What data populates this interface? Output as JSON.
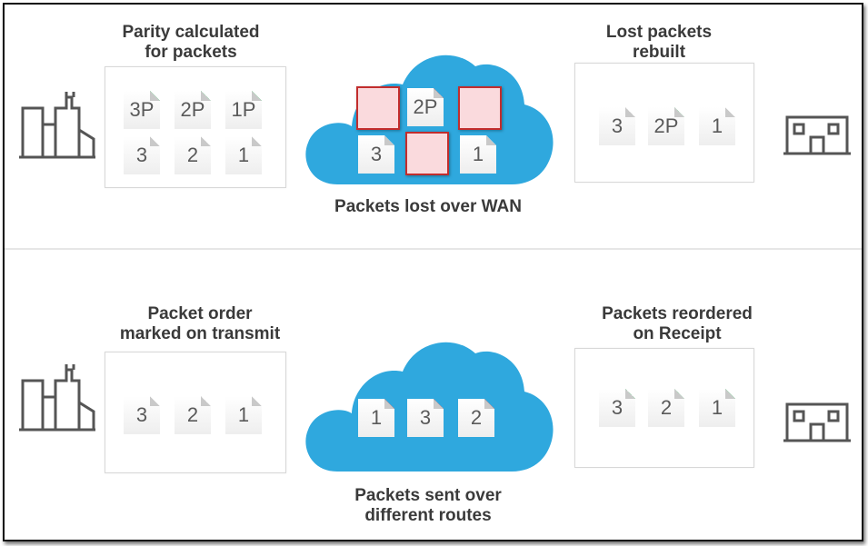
{
  "top": {
    "left_label": [
      "Parity calculated",
      "for packets"
    ],
    "left_packets": [
      "3P",
      "2P",
      "1P",
      "3",
      "2",
      "1"
    ],
    "cloud_packets": [
      "2P",
      "3",
      "1"
    ],
    "cloud_caption": "Packets lost over WAN",
    "right_label": [
      "Lost packets",
      "rebuilt"
    ],
    "right_packets": [
      "3",
      "2P",
      "1"
    ]
  },
  "bottom": {
    "left_label": [
      "Packet order",
      "marked on transmit"
    ],
    "left_packets": [
      "3",
      "2",
      "1"
    ],
    "cloud_packets": [
      "1",
      "3",
      "2"
    ],
    "cloud_caption": [
      "Packets sent over",
      "different routes"
    ],
    "right_label": [
      "Packets reordered",
      "on Receipt"
    ],
    "right_packets": [
      "3",
      "2",
      "1"
    ]
  },
  "icons": {
    "source": "datacenter-buildings-icon",
    "destination": "branch-office-icon"
  },
  "colors": {
    "cloud": "#2fa8de",
    "parity_marker": "#21a44a",
    "in_transit_marker": "#e0342b",
    "lost_packet_fill": "#fadadd",
    "lost_packet_border": "#c22d2d"
  }
}
